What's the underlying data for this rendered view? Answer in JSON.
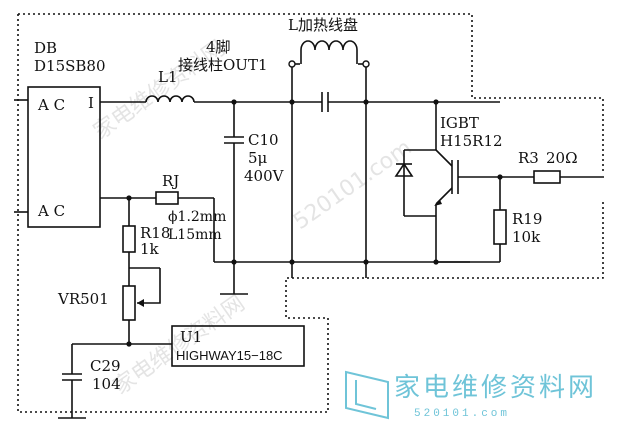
{
  "components": {
    "db": {
      "ref": "DB",
      "part": "D15SB80",
      "pin_ac_top": "A C",
      "pin_i": "I",
      "pin_ac_bottom": "A C"
    },
    "l1": {
      "ref": "L1"
    },
    "out": {
      "line1": "4脚",
      "line2": "接线柱OUT1"
    },
    "coil": {
      "label": "L加热线盘"
    },
    "c10": {
      "ref": "C10",
      "value": "5μ",
      "voltage": "400V"
    },
    "rj": {
      "ref": "RJ",
      "spec1": "ϕ1.2mm",
      "spec2": "L15mm"
    },
    "r18": {
      "ref": "R18",
      "value": "1k"
    },
    "vr501": {
      "ref": "VR501"
    },
    "u1": {
      "ref": "U1",
      "part": "HIGHWAY15−18C"
    },
    "c29": {
      "ref": "C29",
      "value": "104"
    },
    "igbt": {
      "ref": "IGBT",
      "part": "H15R12"
    },
    "r3": {
      "ref": "R3",
      "value": "20Ω"
    },
    "r19": {
      "ref": "R19",
      "value": "10k"
    }
  },
  "watermark": {
    "brand": "家电维修资料网",
    "url": "520101.com",
    "faint": "家电维修资料网"
  }
}
